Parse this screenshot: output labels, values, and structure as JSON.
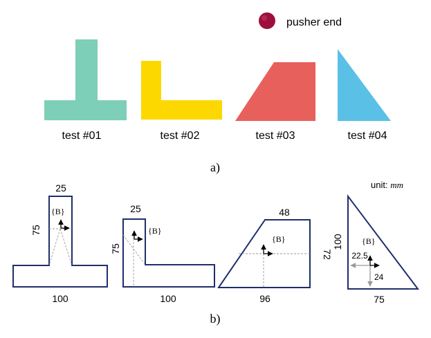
{
  "colors": {
    "teal": "#7dcfb7",
    "yellow": "#fdd800",
    "red": "#e8605c",
    "blue": "#5bc0e6",
    "pusher": "#9c0f3c",
    "outline": "#1f2d6b"
  },
  "top": {
    "pusher_label": "pusher end",
    "tests": [
      "test #01",
      "test #02",
      "test #03",
      "test #04"
    ],
    "caption": "a)"
  },
  "bottom": {
    "unit_prefix": "unit: ",
    "unit_value": "mm",
    "frame_label": "{B}",
    "caption": "b)",
    "t1": {
      "top": "25",
      "side": "75",
      "bottom": "100"
    },
    "t2": {
      "top": "25",
      "side": "75",
      "bottom": "100"
    },
    "t3": {
      "top": "48",
      "side": "72",
      "bottom": "96"
    },
    "t4": {
      "side": "100",
      "offset_x": "22.5",
      "offset_y": "24",
      "bottom": "75"
    }
  }
}
